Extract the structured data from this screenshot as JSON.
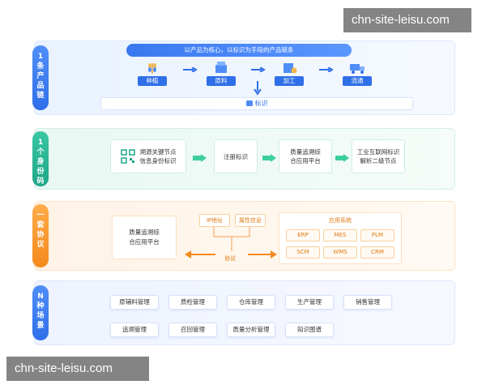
{
  "watermark": "chn-site-leisu.com",
  "row1": {
    "label": [
      "1",
      "条",
      "产",
      "品",
      "链"
    ],
    "banner": "以产品为核心，以标识为手段的产品链条",
    "steps": [
      "种植",
      "原料",
      "加工",
      "流通"
    ],
    "step_icons": [
      "wheat-icon",
      "basket-icon",
      "factory-icon",
      "truck-icon"
    ],
    "id_bar": "标识"
  },
  "row2": {
    "label": [
      "1",
      "个",
      "身",
      "份",
      "码"
    ],
    "box1_line1": "溯源关键节点",
    "box1_line2": "信息身份标识",
    "box2": "注册标识",
    "box3_line1": "质量追溯综",
    "box3_line2": "合应用平台",
    "box4_line1": "工业互联网标识",
    "box4_line2": "解析二级节点"
  },
  "row3": {
    "label": [
      "一",
      "套",
      "协",
      "议"
    ],
    "platform_line1": "质量追溯综",
    "platform_line2": "合应用平台",
    "chip_ip": "IP地址",
    "chip_attr": "属性信息",
    "protocol": "协议",
    "systems_title": "应用系统",
    "systems": [
      "ERP",
      "MES",
      "PLM",
      "SCM",
      "WMS",
      "CRM"
    ]
  },
  "row4": {
    "label": [
      "N",
      "种",
      "场",
      "景"
    ],
    "scenes": [
      "原辅料管理",
      "质检管理",
      "仓库管理",
      "生产管理",
      "销售管理",
      "追溯管理",
      "召回管理",
      "质量分析管理",
      "知识图谱"
    ]
  },
  "colors": {
    "blue": "#2f6fe8",
    "green": "#1ea687",
    "orange": "#f48a1d"
  }
}
